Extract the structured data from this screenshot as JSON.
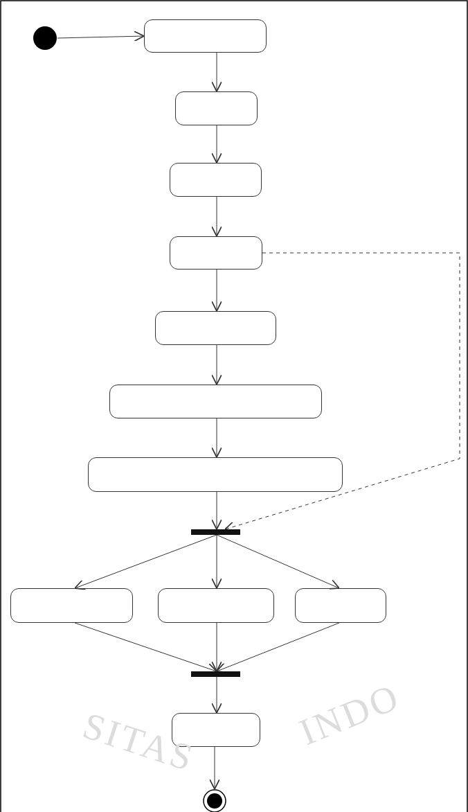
{
  "diagram": {
    "nodes": [
      {
        "text": []
      },
      {
        "text": []
      },
      {
        "text": []
      },
      {
        "text": []
      },
      {
        "text": []
      },
      {
        "text": []
      },
      {
        "text": []
      },
      {
        "text": []
      },
      {
        "text": []
      },
      {
        "text": []
      },
      {
        "text": []
      },
      {
        "text": []
      },
      {
        "text": []
      },
      {
        "text": []
      },
      {
        "text": []
      }
    ],
    "edges": [
      {
        "from": 0,
        "to": 1,
        "arrow": "to"
      },
      {
        "from": 1,
        "to": 2,
        "arrow": "to"
      },
      {
        "from": 2,
        "to": 3,
        "arrow": "to"
      },
      {
        "from": 3,
        "to": 4,
        "arrow": "to"
      },
      {
        "from": 4,
        "to": 5,
        "arrow": "to"
      },
      {
        "from": 5,
        "to": 6,
        "arrow": "to"
      },
      {
        "from": 6,
        "to": 7,
        "arrow": "to"
      },
      {
        "from": 7,
        "to": 8,
        "arrow": "to"
      },
      {
        "from": 8,
        "to": 9,
        "arrow": "to"
      },
      {
        "from": 8,
        "to": 10,
        "arrow": "to"
      },
      {
        "from": 8,
        "to": 11,
        "arrow": "to"
      },
      {
        "from": 9,
        "to": 12,
        "arrow": "to"
      },
      {
        "from": 10,
        "to": 12,
        "arrow": "to"
      },
      {
        "from": 11,
        "to": 12,
        "arrow": "to"
      },
      {
        "from": 12,
        "to": 13,
        "arrow": "to"
      },
      {
        "from": 13,
        "to": 14,
        "arrow": "to"
      },
      {
        "from": 4,
        "to": 8,
        "arrow": "to"
      }
    ],
    "labels": [
      "SITAS",
      "INDO"
    ]
  }
}
